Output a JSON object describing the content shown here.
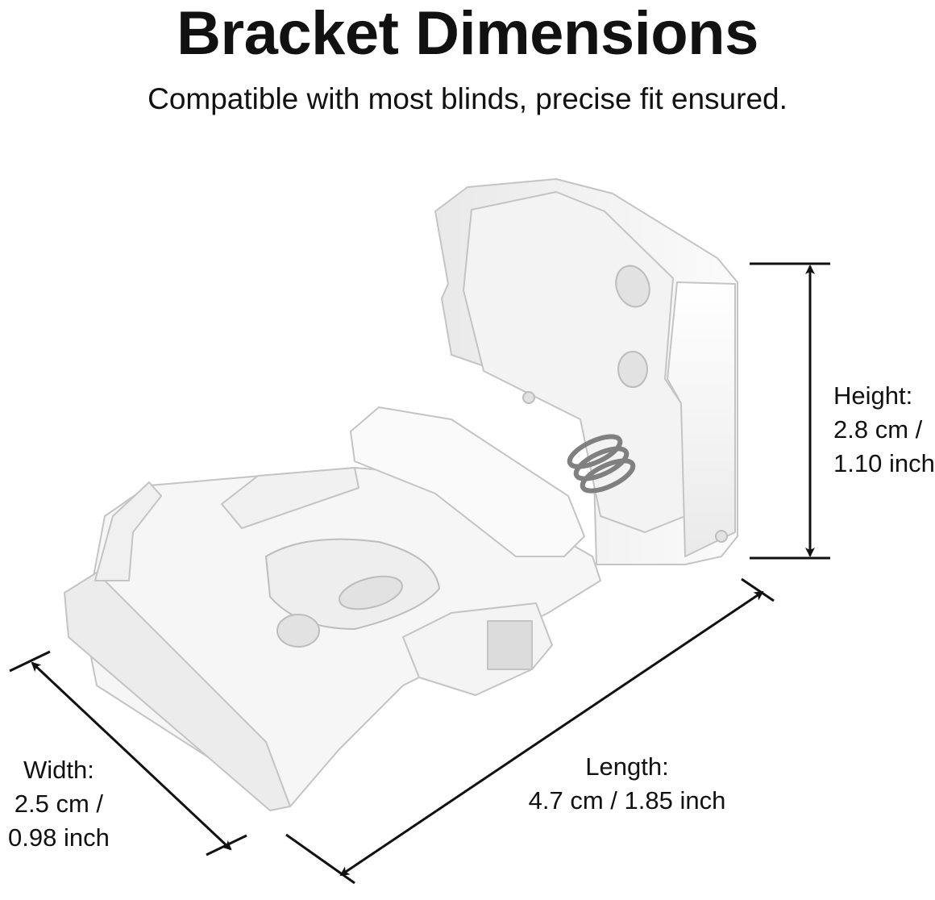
{
  "header": {
    "title": "Bracket Dimensions",
    "subtitle": "Compatible with most blinds, precise fit ensured."
  },
  "dimensions": {
    "height": {
      "label": "Height:",
      "metric": "2.8 cm /",
      "imperial": "1.10 inch"
    },
    "width": {
      "label": "Width:",
      "metric": "2.5 cm /",
      "imperial": "0.98 inch"
    },
    "length": {
      "label": "Length:",
      "value": "4.7 cm / 1.85 inch"
    }
  },
  "colors": {
    "bracket": "#f7f7f7",
    "outline": "#c9c9c9",
    "shadow": "#dcdcdc",
    "spring": "#8a8a8a",
    "arrow": "#111111"
  }
}
